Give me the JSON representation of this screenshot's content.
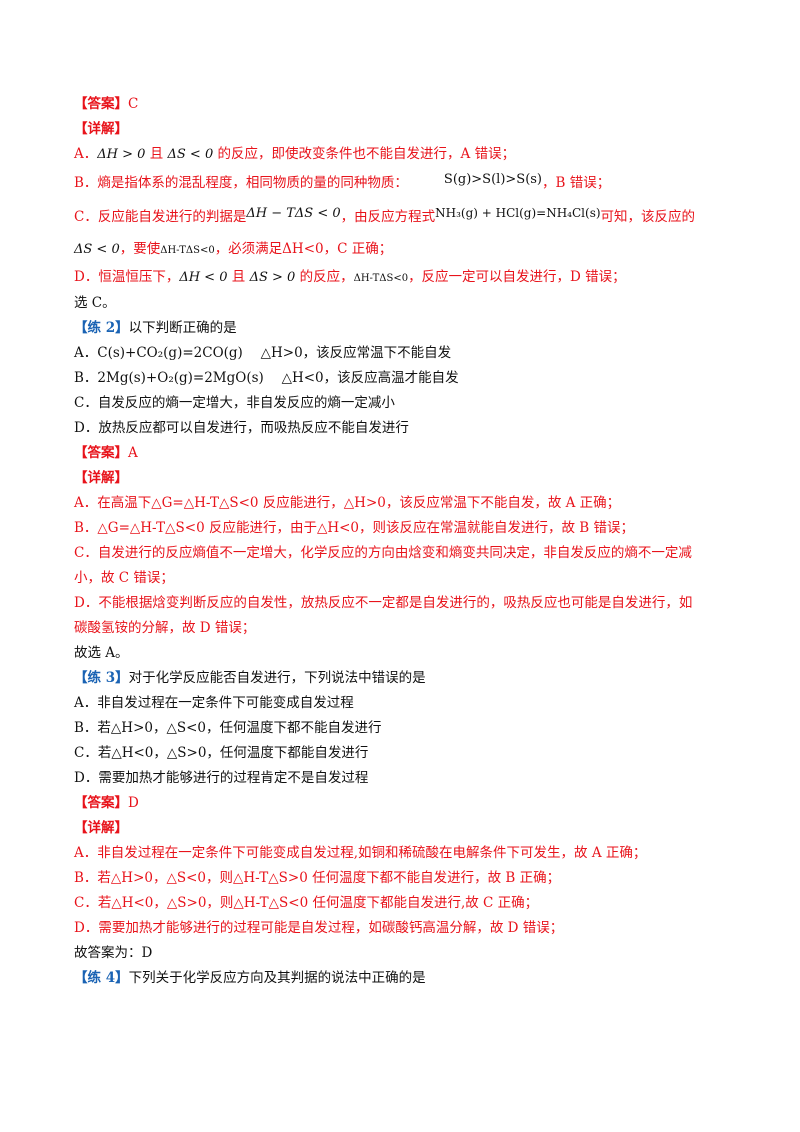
{
  "q1": {
    "answer_tag": "【答案】",
    "answer": "C",
    "detail_tag": "【详解】",
    "a_prefix": "A．",
    "a_math1": "ΔH > 0",
    "a_mid": " 且 ",
    "a_math2": "ΔS < 0",
    "a_suffix": " 的反应，即使改变条件也不能自发进行，A 错误；",
    "b_prefix": "B．熵是指体系的混乱程度，相同物质的量的同种物质：",
    "b_math": "S(g)>S(l)>S(s)",
    "b_suffix": "，B 错误；",
    "c_prefix": "C．反应能自发进行的判据是",
    "c_math1": "ΔH − TΔS < 0",
    "c_mid": "，由反应方程式",
    "c_math2": "NH₃(g) + HCl(g)=NH₄Cl(s)",
    "c_suffix": "可知，该反应的",
    "c2_math": "ΔS < 0",
    "c2_mid": "，要使",
    "c2_math2": "ΔH-TΔS<0",
    "c2_suffix": "，必须满足ΔH<0，C 正确；",
    "d_prefix": "D．恒温恒压下，",
    "d_math1": "ΔH < 0",
    "d_mid": " 且 ",
    "d_math2": "ΔS > 0",
    "d_mid2": " 的反应，",
    "d_math3": "ΔH-TΔS<0",
    "d_suffix": "，反应一定可以自发进行，D 错误；",
    "conclusion": "选 C。"
  },
  "q2": {
    "tag": "【练 2】",
    "stem": "以下判断正确的是",
    "options": [
      "A．C(s)+CO₂(g)=2CO(g)　 △H>0，该反应常温下不能自发",
      "B．2Mg(s)+O₂(g)=2MgO(s)　 △H<0，该反应高温才能自发",
      "C．自发反应的熵一定增大，非自发反应的熵一定减小",
      "D．放热反应都可以自发进行，而吸热反应不能自发进行"
    ],
    "answer_tag": "【答案】",
    "answer": "A",
    "detail_tag": "【详解】",
    "details": [
      "A．在高温下△G=△H-T△S<0 反应能进行，△H>0，该反应常温下不能自发，故 A 正确；",
      "B．△G=△H-T△S<0 反应能进行，由于△H<0，则该反应在常温就能自发进行，故 B 错误；",
      "C．自发进行的反应熵值不一定增大，化学反应的方向由焓变和熵变共同决定，非自发反应的熵不一定减",
      "小，故 C 错误；",
      "D．不能根据焓变判断反应的自发性，放热反应不一定都是自发进行的，吸热反应也可能是自发进行，如",
      "碳酸氢铵的分解，故 D 错误；"
    ],
    "conclusion": "故选 A。"
  },
  "q3": {
    "tag": "【练 3】",
    "stem": "对于化学反应能否自发进行，下列说法中错误的是",
    "options": [
      "A．非自发过程在一定条件下可能变成自发过程",
      "B．若△H>0，△S<0，任何温度下都不能自发进行",
      "C．若△H<0，△S>0，任何温度下都能自发进行",
      "D．需要加热才能够进行的过程肯定不是自发过程"
    ],
    "answer_tag": "【答案】",
    "answer": "D",
    "detail_tag": "【详解】",
    "details": [
      "A．非自发过程在一定条件下可能变成自发过程,如铜和稀硫酸在电解条件下可发生，故 A 正确；",
      "B．若△H>0，△S<0，则△H-T△S>0 任何温度下都不能自发进行，故 B 正确；",
      "C．若△H<0，△S>0，则△H-T△S<0 任何温度下都能自发进行,故 C 正确；",
      "D．需要加热才能够进行的过程可能是自发过程，如碳酸钙高温分解，故 D 错误；"
    ],
    "conclusion": "故答案为：D"
  },
  "q4": {
    "tag": "【练 4】",
    "stem": "下列关于化学反应方向及其判据的说法中正确的是"
  }
}
